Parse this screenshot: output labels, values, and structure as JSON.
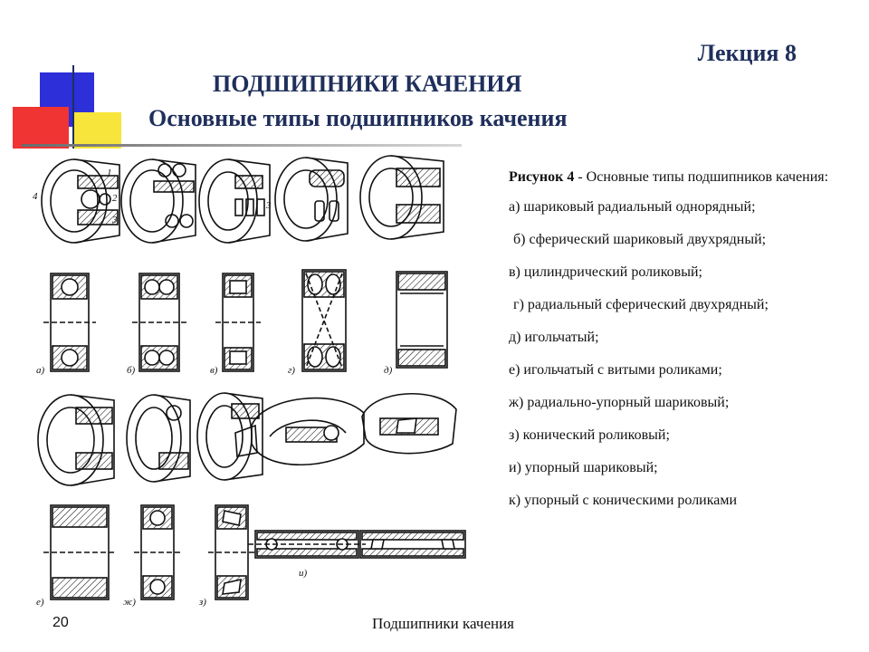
{
  "header": {
    "lecture": "Лекция 8",
    "title": "ПОДШИПНИКИ КАЧЕНИЯ",
    "subtitle": "Основные типы подшипников качения"
  },
  "colors": {
    "accent_blue": "#2d2fd9",
    "accent_red": "#f03333",
    "accent_yellow": "#f7e53b",
    "title": "#1f2f5c"
  },
  "figure": {
    "callouts": [
      "1",
      "2",
      "3",
      "4"
    ],
    "sub_labels": [
      "а)",
      "б)",
      "в)",
      "г)",
      "д)",
      "е)",
      "ж)",
      "з)",
      "и)"
    ]
  },
  "legend": {
    "caption_bold": "Рисунок 4",
    "caption_rest": " - Основные типы подшипников качения:",
    "items": [
      "а) шариковый радиальный однорядный;",
      "б) сферический шариковый двухрядный;",
      "в) цилиндрический роликовый;",
      "г) радиальный сферический двухрядный;",
      "д) игольчатый;",
      "е) игольчатый с витыми роликами;",
      "ж) радиально-упорный шариковый;",
      "з) конический роликовый;",
      "и) упорный шариковый;",
      "к) упорный с коническими роликами"
    ]
  },
  "footer": {
    "page_number": "20",
    "text": "Подшипники качения"
  }
}
